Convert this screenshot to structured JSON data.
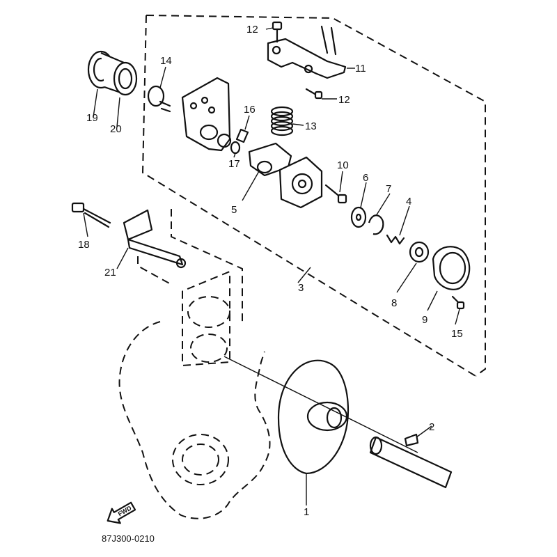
{
  "callouts": [
    "1",
    "2",
    "3",
    "4",
    "5",
    "6",
    "7",
    "8",
    "9",
    "10",
    "11",
    "12",
    "12",
    "13",
    "14",
    "15",
    "16",
    "17",
    "18",
    "19",
    "20",
    "21"
  ],
  "fwd_label": "FWD",
  "diagram_code": "87J300-0210"
}
